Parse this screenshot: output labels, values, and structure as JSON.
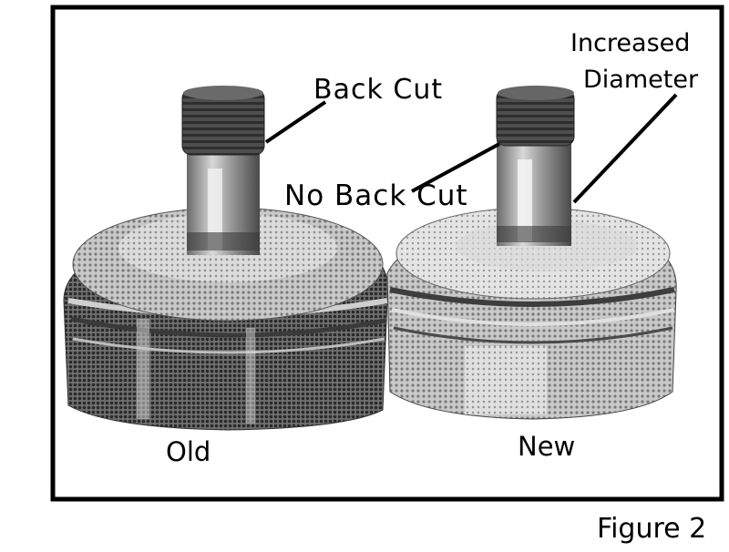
{
  "labels": {
    "back_cut": "Back Cut",
    "no_back_cut": "No Back Cut",
    "increased": "Increased",
    "diameter": "Diameter",
    "old": "Old",
    "new": "New"
  },
  "caption": "Figure 2",
  "colors": {
    "frame": "#000000",
    "background": "#ffffff",
    "metal_dark": "#5a5a5a",
    "metal_mid": "#9a9a9a",
    "metal_light": "#d6d6d6"
  }
}
